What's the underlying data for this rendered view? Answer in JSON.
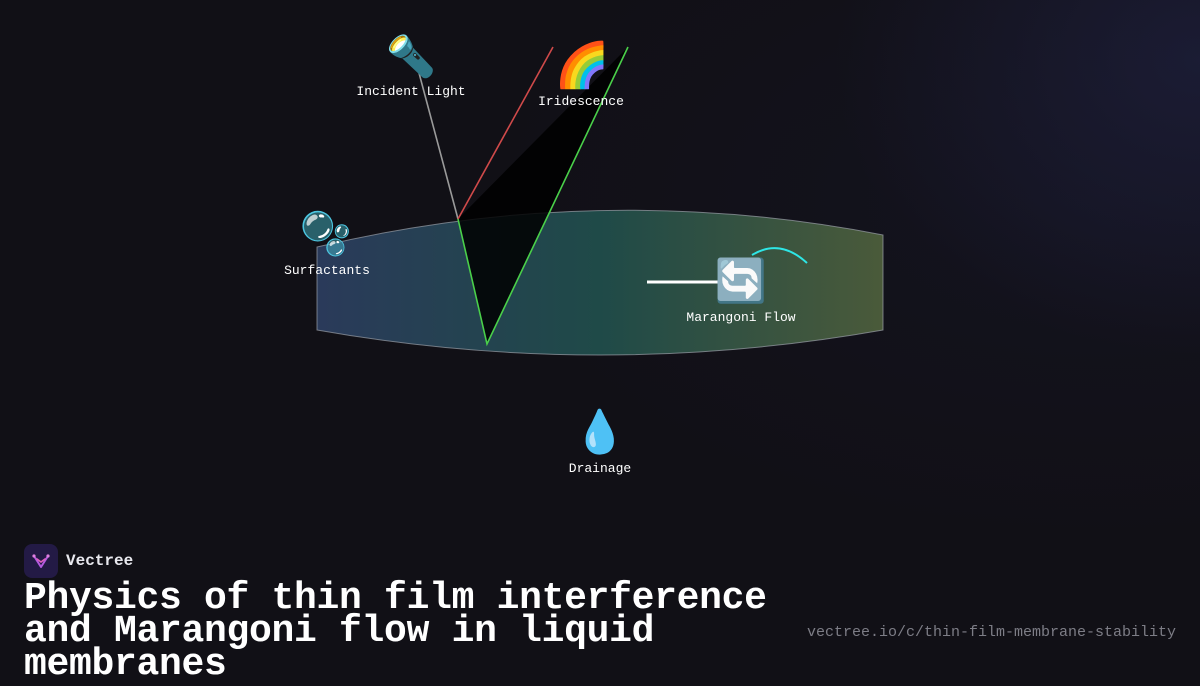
{
  "diagram": {
    "labels": {
      "incident_light": "Incident Light",
      "iridescence": "Iridescence",
      "surfactants": "Surfactants",
      "marangoni_flow": "Marangoni Flow",
      "drainage": "Drainage"
    },
    "icons": {
      "incident_light": "🔦",
      "iridescence": "🌈",
      "surfactants": "🫧",
      "marangoni_flow": "🔄",
      "drainage": "💧"
    },
    "colors": {
      "incident_ray": "#9a9a9a",
      "reflected_ray_red": "#d04a4a",
      "reflected_ray_green": "#4ad04a",
      "flow_arrow": "#ffffff",
      "flow_curve": "#2ee6e6",
      "film_left": "#2a3a5a",
      "film_mid": "#1f4a48",
      "film_right": "#4a5a3a"
    }
  },
  "brand": {
    "name": "Vectree"
  },
  "title": "Physics of thin film interference and Marangoni flow in liquid membranes",
  "url": "vectree.io/c/thin-film-membrane-stability"
}
